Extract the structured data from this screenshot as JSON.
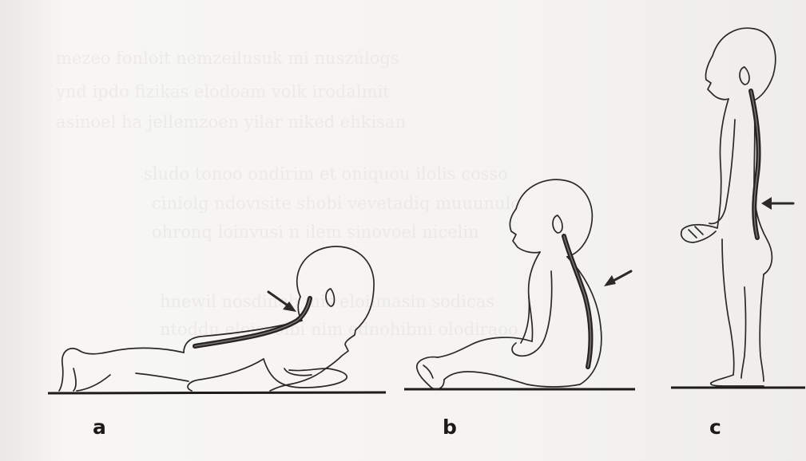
{
  "figure": {
    "panels": [
      {
        "id": "a",
        "label": "a",
        "posture": "prone, lifting head"
      },
      {
        "id": "b",
        "label": "b",
        "posture": "sitting"
      },
      {
        "id": "c",
        "label": "c",
        "posture": "standing"
      }
    ],
    "colors": {
      "ink": "#2a2928",
      "paper": "#f4f3f1"
    }
  }
}
